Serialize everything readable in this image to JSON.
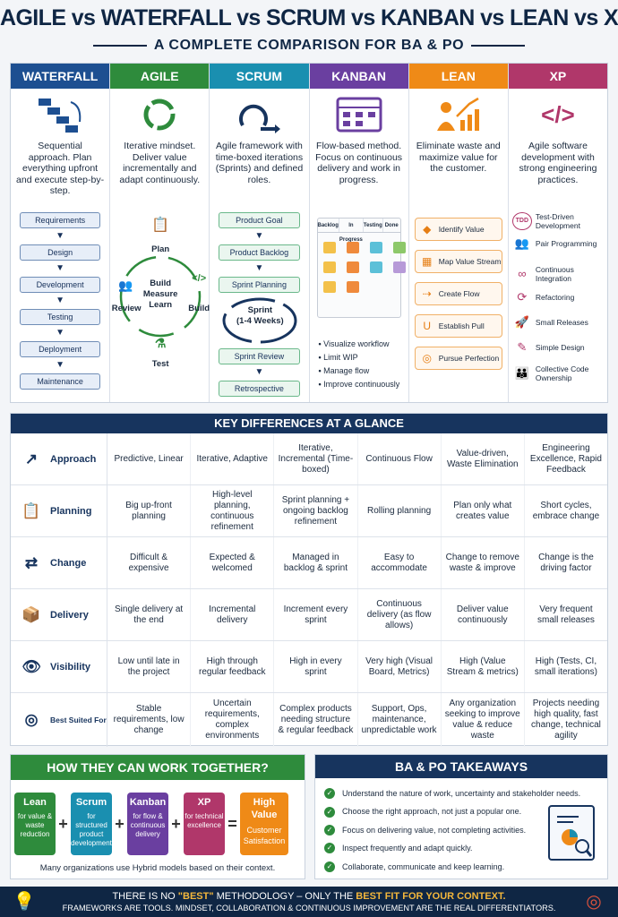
{
  "title": "AGILE vs WATERFALL vs SCRUM vs KANBAN vs LEAN vs XP",
  "subtitle": "A COMPLETE COMPARISON FOR BA & PO",
  "colors": {
    "waterfall": "#1d4f91",
    "agile": "#2e8b3c",
    "scrum": "#1a8fb0",
    "kanban": "#6a3fa0",
    "lean": "#ef8a17",
    "xp": "#b0376a",
    "navy": "#17345e"
  },
  "columns": {
    "waterfall": {
      "name": "WATERFALL",
      "desc": "Sequential approach. Plan everything upfront and execute step-by-step.",
      "steps": [
        "Requirements",
        "Design",
        "Development",
        "Testing",
        "Deployment",
        "Maintenance"
      ]
    },
    "agile": {
      "name": "AGILE",
      "desc": "Iterative mindset. Deliver value incrementally and adapt continuously.",
      "cycle": {
        "plan": "Plan",
        "center": "Build\nMeasure\nLearn",
        "build": "Build",
        "test": "Test",
        "review": "Review"
      }
    },
    "scrum": {
      "name": "SCRUM",
      "desc": "Agile framework with time-boxed iterations (Sprints) and defined roles.",
      "steps": [
        "Product Goal",
        "Product Backlog",
        "Sprint Planning"
      ],
      "sprint": "Sprint\n(1-4 Weeks)",
      "after": [
        "Sprint Review",
        "Retrospective"
      ]
    },
    "kanban": {
      "name": "KANBAN",
      "desc": "Flow-based method. Focus on continuous delivery and work in progress.",
      "board": [
        "Backlog",
        "In Progress",
        "Testing",
        "Done"
      ],
      "list": [
        "Visualize workflow",
        "Limit WIP",
        "Manage flow",
        "Improve continuously"
      ]
    },
    "lean": {
      "name": "LEAN",
      "desc": "Eliminate waste and maximize value for the customer.",
      "items": [
        "Identify Value",
        "Map Value Stream",
        "Create Flow",
        "Establish Pull",
        "Pursue Perfection"
      ]
    },
    "xp": {
      "name": "XP",
      "desc": "Agile software development with strong engineering practices.",
      "items": [
        "Test-Driven Development",
        "Pair Programming",
        "Continuous Integration",
        "Refactoring",
        "Small Releases",
        "Simple Design",
        "Collective Code Ownership"
      ],
      "tdd": "TDD"
    }
  },
  "key_differences": {
    "heading": "KEY DIFFERENCES AT A GLANCE",
    "rows": [
      {
        "label": "Approach",
        "cells": [
          "Predictive, Linear",
          "Iterative, Adaptive",
          "Iterative, Incremental (Time-boxed)",
          "Continuous Flow",
          "Value-driven, Waste Elimination",
          "Engineering Excellence, Rapid Feedback"
        ]
      },
      {
        "label": "Planning",
        "cells": [
          "Big up-front planning",
          "High-level planning, continuous refinement",
          "Sprint planning + ongoing backlog refinement",
          "Rolling planning",
          "Plan only what creates value",
          "Short cycles, embrace change"
        ]
      },
      {
        "label": "Change",
        "cells": [
          "Difficult & expensive",
          "Expected & welcomed",
          "Managed in backlog & sprint",
          "Easy to accommodate",
          "Change to remove waste & improve",
          "Change is the driving factor"
        ]
      },
      {
        "label": "Delivery",
        "cells": [
          "Single delivery at the end",
          "Incremental delivery",
          "Increment every sprint",
          "Continuous delivery (as flow allows)",
          "Deliver value continuously",
          "Very frequent small releases"
        ]
      },
      {
        "label": "Visibility",
        "cells": [
          "Low until late in the project",
          "High through regular feedback",
          "High in every sprint",
          "Very high (Visual Board, Metrics)",
          "High (Value Stream & metrics)",
          "High (Tests, CI, small iterations)"
        ]
      },
      {
        "label": "Best Suited For",
        "cells": [
          "Stable requirements, low change",
          "Uncertain requirements, complex environments",
          "Complex products needing structure & regular feedback",
          "Support, Ops, maintenance, unpredictable work",
          "Any organization seeking to improve value & reduce waste",
          "Projects needing high quality, fast change, technical agility"
        ]
      }
    ]
  },
  "together": {
    "heading": "HOW THEY CAN WORK TOGETHER?",
    "boxes": [
      {
        "name": "Lean",
        "desc": "for value & waste reduction"
      },
      {
        "name": "Scrum",
        "desc": "for structured product development"
      },
      {
        "name": "Kanban",
        "desc": "for flow & continuous delivery"
      },
      {
        "name": "XP",
        "desc": "for technical excellence"
      }
    ],
    "plus": "+",
    "equals": "=",
    "result": {
      "name": "High Value",
      "desc": "Customer Satisfaction"
    },
    "note": "Many organizations use Hybrid models based on their context."
  },
  "takeaways": {
    "heading": "BA & PO TAKEAWAYS",
    "items": [
      "Understand the nature of work, uncertainty and stakeholder needs.",
      "Choose the right approach, not just a popular one.",
      "Focus on delivering value, not completing activities.",
      "Inspect frequently and adapt quickly.",
      "Collaborate, communicate and keep learning."
    ]
  },
  "footer": {
    "line1_a": "THERE IS NO ",
    "line1_b": "\"BEST\"",
    "line1_c": " METHODOLOGY – ONLY THE ",
    "line1_d": "BEST FIT FOR YOUR CONTEXT.",
    "line2": "FRAMEWORKS ARE TOOLS. MINDSET, COLLABORATION & CONTINUOUS IMPROVEMENT ARE THE REAL DIFFERENTIATORS."
  }
}
